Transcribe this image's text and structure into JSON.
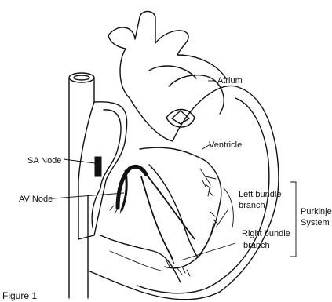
{
  "labels": {
    "atrium": "Atrium",
    "ventricle": "Ventricle",
    "sa_node": "SA Node",
    "av_node": "AV Node",
    "left_bundle_line1": "Left bundle",
    "left_bundle_line2": "branch",
    "right_bundle_line1": "Right bundle",
    "right_bundle_line2": "branch",
    "purkinje_line1": "Purkinje",
    "purkinje_line2": "System"
  },
  "caption": "Figure 1"
}
